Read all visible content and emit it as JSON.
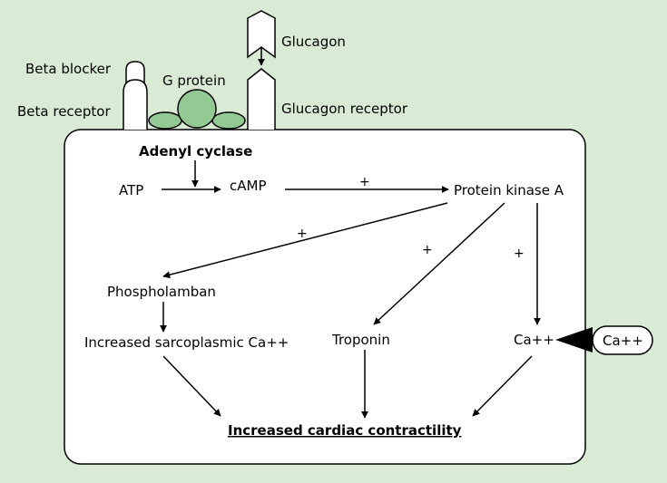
{
  "colors": {
    "background": "#d9ead5",
    "cell_fill": "#ffffff",
    "g_protein_fill": "#93c993",
    "outline": "#000000"
  },
  "labels": {
    "beta_blocker": "Beta blocker",
    "beta_receptor": "Beta receptor",
    "g_protein": "G protein",
    "glucagon": "Glucagon",
    "glucagon_receptor": "Glucagon receptor",
    "adenyl_cyclase": "Adenyl cyclase",
    "atp": "ATP",
    "camp": "cAMP",
    "protein_kinase_a": "Protein kinase A",
    "phospholamban": "Phospholamban",
    "increased_sarcoplasmic_ca": "Increased sarcoplasmic Ca++",
    "troponin": "Troponin",
    "ca_inside": "Ca++",
    "ca_outside": "Ca++",
    "increased_cardiac_contractility": "Increased cardiac contractility"
  },
  "signs": {
    "camp_to_pka": "+",
    "pka_to_phospholamban": "+",
    "pka_to_troponin": "+",
    "pka_to_ca": "+"
  }
}
